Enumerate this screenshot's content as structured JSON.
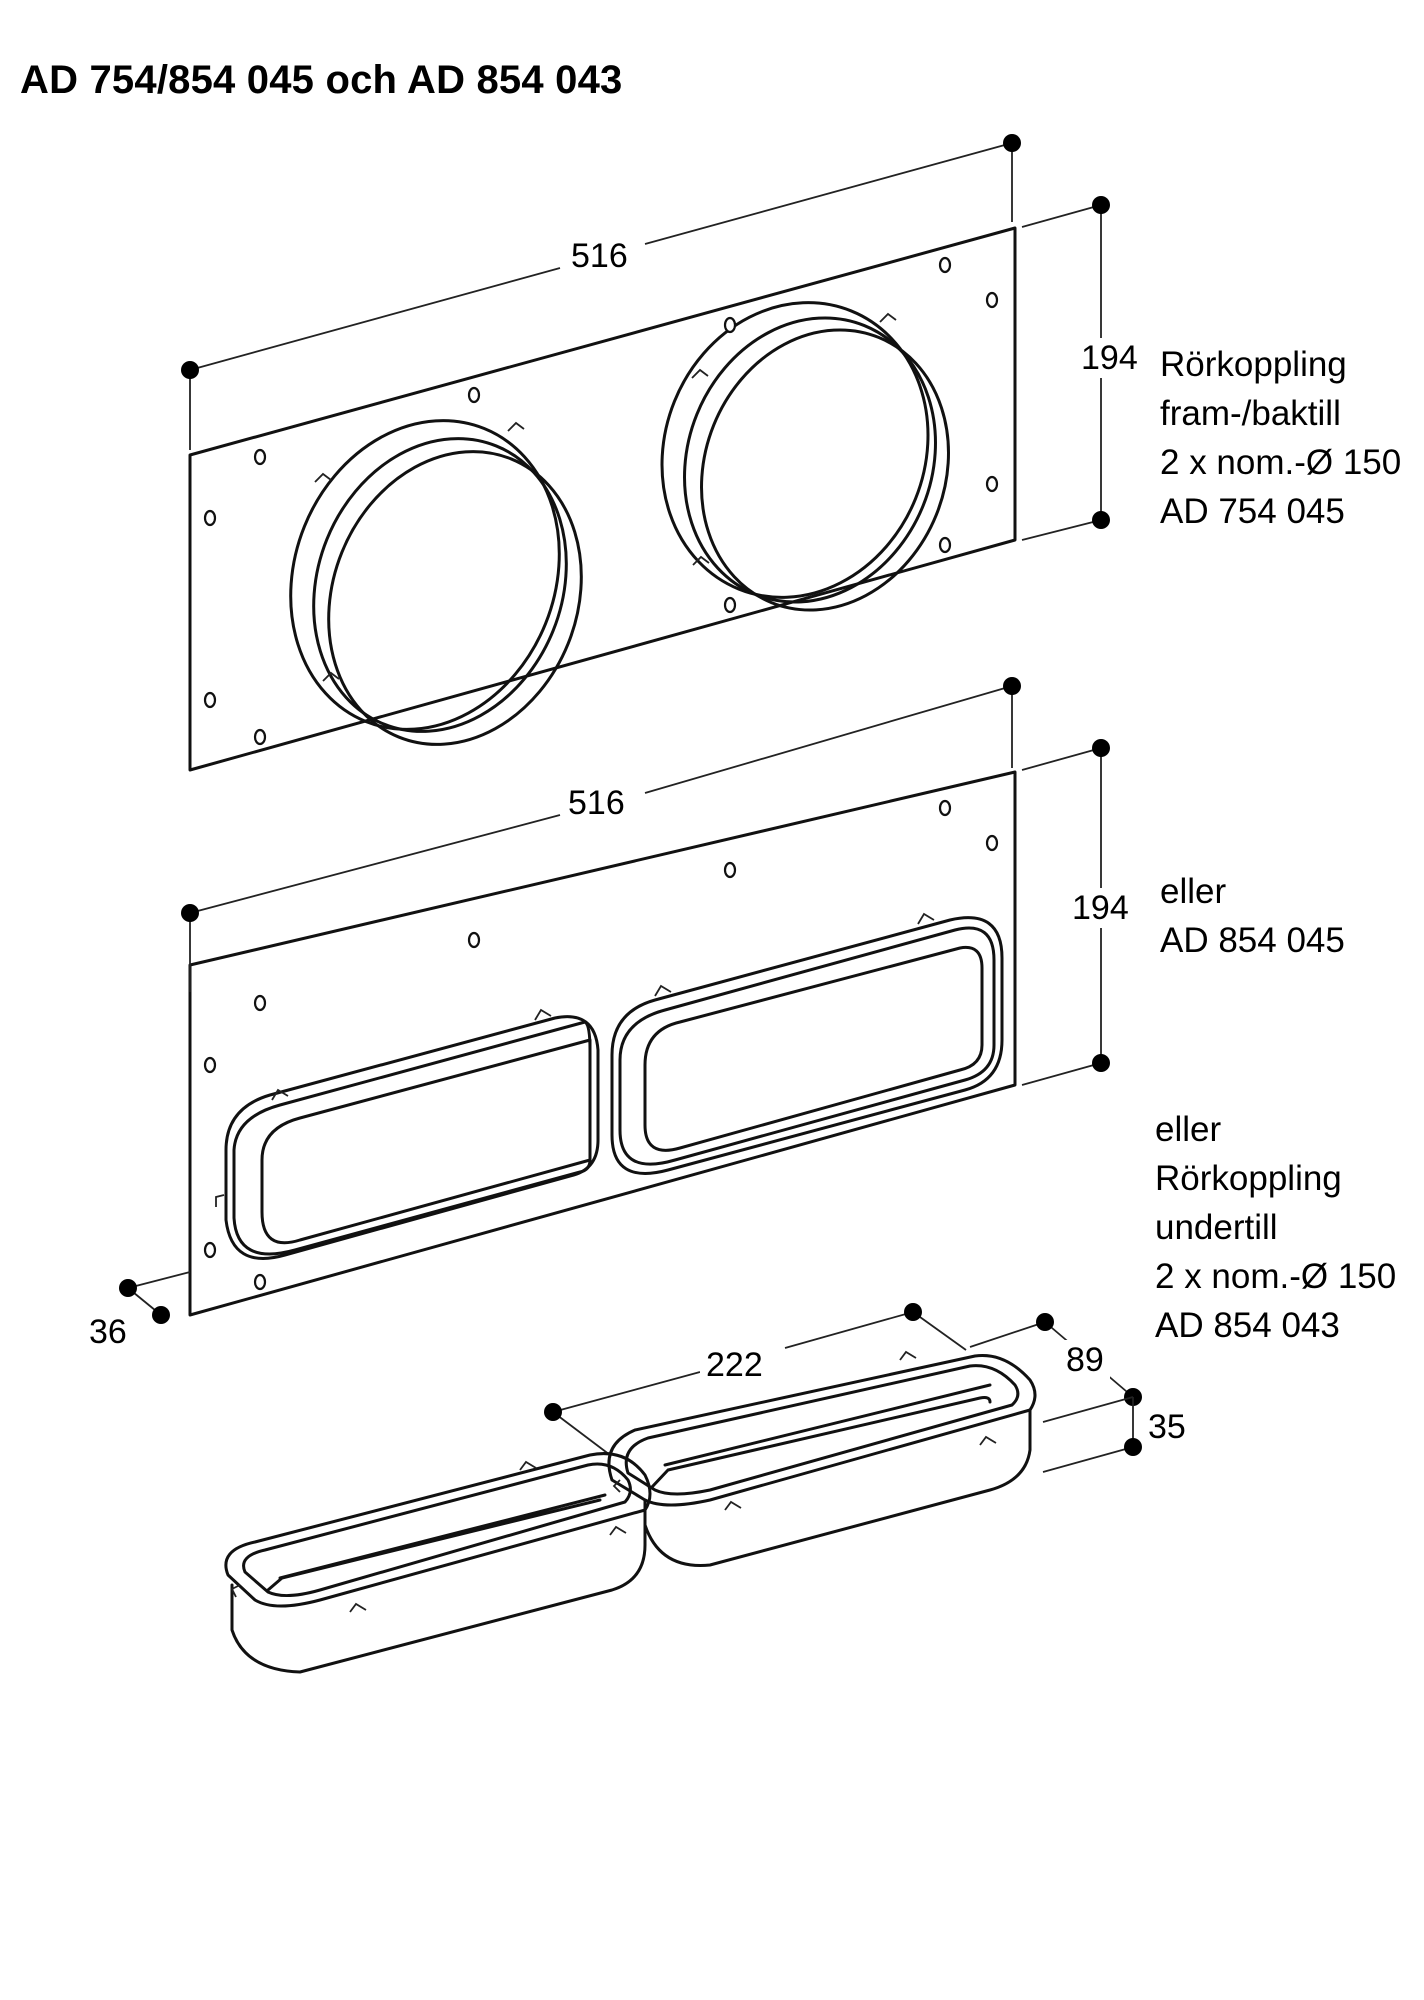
{
  "title": "AD 754/854 045 och AD 854 043",
  "dims": {
    "top_width": "516",
    "top_height": "194",
    "mid_width": "516",
    "mid_height": "194",
    "depth": "36",
    "bottom_length": "222",
    "bottom_width": "89",
    "bottom_height": "35"
  },
  "notes": {
    "top": [
      "Rörkoppling",
      "fram-/baktill",
      "2 x nom.-Ø 150",
      "AD 754 045"
    ],
    "mid": [
      "eller",
      "AD 854 045"
    ],
    "bottom": [
      "eller",
      "Rörkoppling",
      "undertill",
      "2 x nom.-Ø 150",
      "AD 854 043"
    ]
  }
}
